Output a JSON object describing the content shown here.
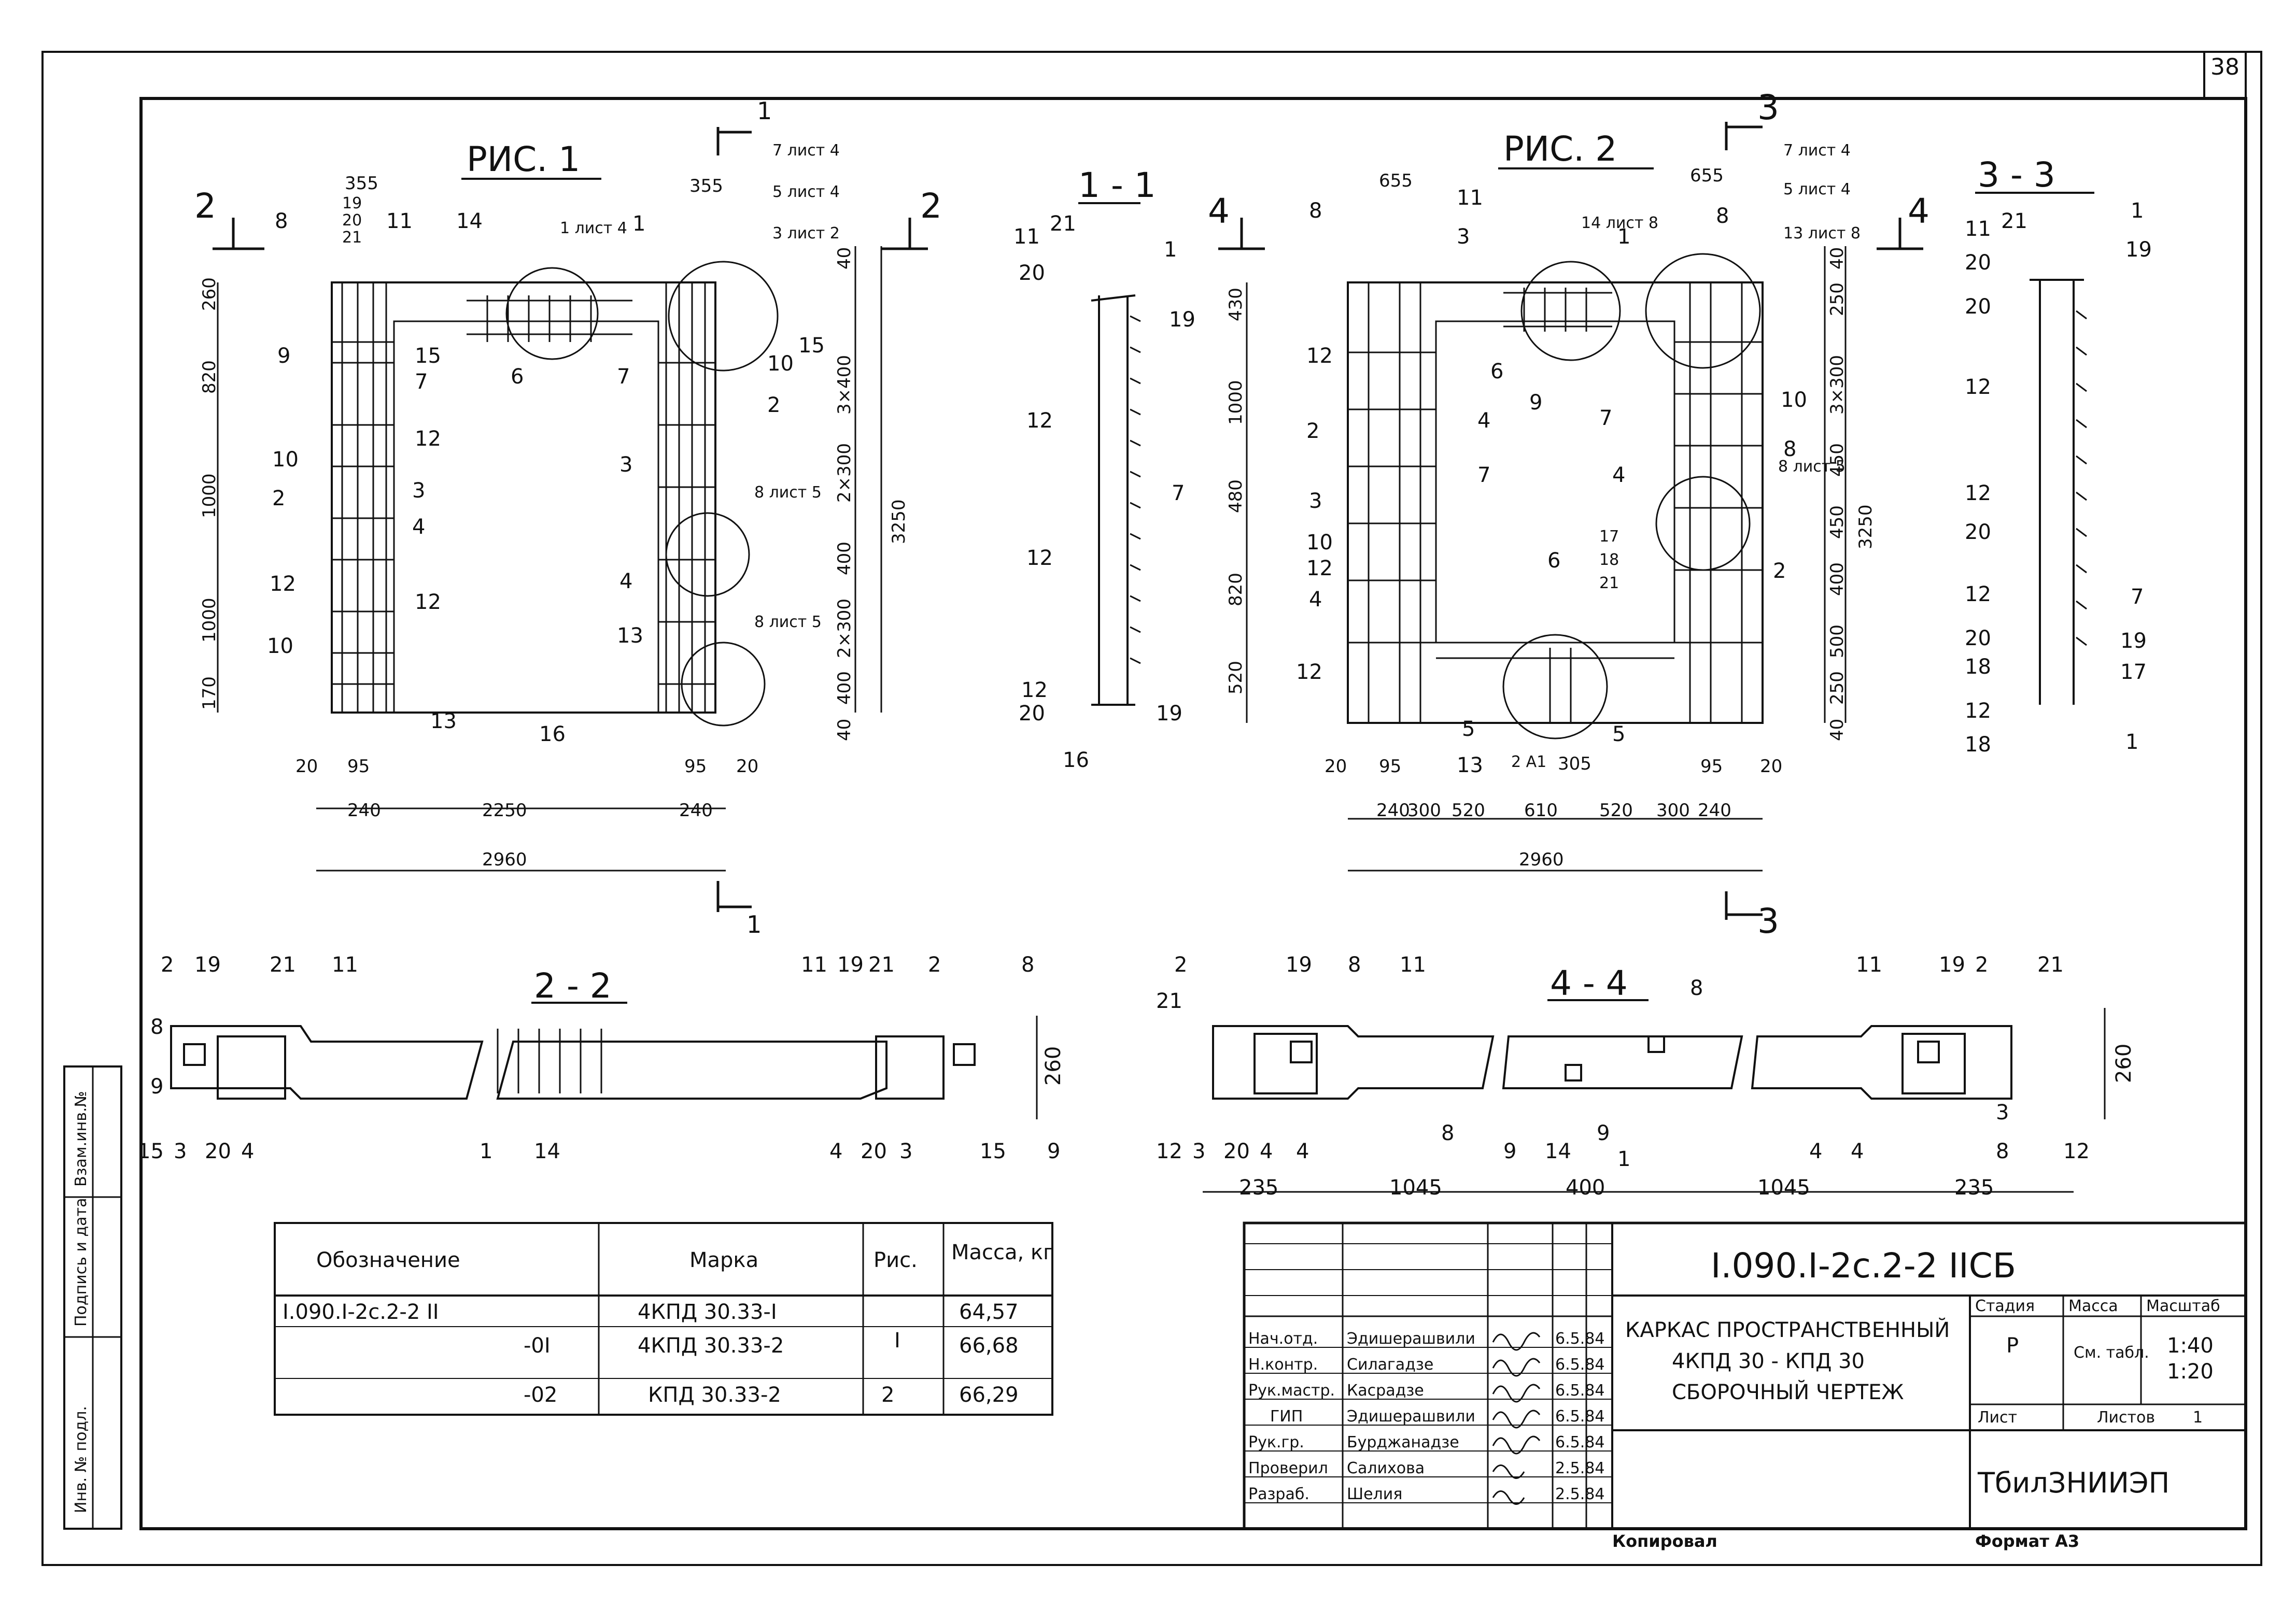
{
  "sheet_number": "38",
  "figures": {
    "fig1_title": "РИС. 1",
    "fig2_title": "РИС. 2",
    "sec_1_1": "1 - 1",
    "sec_3_3": "3 - 3",
    "sec_2_2": "2 - 2",
    "sec_4_4": "4 - 4",
    "cut_markers": [
      "1",
      "2",
      "3",
      "4"
    ]
  },
  "fig1": {
    "top_dims": [
      "355",
      "355"
    ],
    "left_dims": [
      "260",
      "820",
      "1000",
      "1000",
      "170"
    ],
    "right_dims": [
      "40",
      "3×400",
      "2×300",
      "400",
      "2×300",
      "400",
      "40"
    ],
    "overall_height": "3250",
    "bottom_dims": [
      "20",
      "95",
      "240",
      "2250",
      "240",
      "95",
      "20",
      "2960"
    ],
    "callouts": [
      "1 лист 4",
      "7 лист 4",
      "5 лист 4",
      "3 лист 2",
      "8 лист 5",
      "8 лист 5"
    ],
    "pos_labels": [
      "8",
      "9",
      "10",
      "2",
      "12",
      "10",
      "11",
      "14",
      "15",
      "7",
      "12",
      "3",
      "4",
      "12",
      "13",
      "16",
      "6",
      "1",
      "15",
      "7",
      "10",
      "2",
      "3",
      "4",
      "13",
      "19",
      "20",
      "21"
    ]
  },
  "fig2": {
    "top_dims": [
      "655",
      "655"
    ],
    "left_dims": [
      "430",
      "1000",
      "480",
      "820",
      "520"
    ],
    "right_dims": [
      "40",
      "250",
      "3×300",
      "450",
      "450",
      "400",
      "500",
      "250",
      "40"
    ],
    "overall_height": "3250",
    "bottom_dims": [
      "20",
      "95",
      "240",
      "300",
      "520",
      "610",
      "520",
      "300",
      "240",
      "95",
      "20",
      "305",
      "2960"
    ],
    "callouts": [
      "14 лист 8",
      "7 лист 4",
      "5 лист 4",
      "13 лист 8",
      "8 лист 5",
      "2 А1"
    ],
    "pos_labels": [
      "8",
      "12",
      "2",
      "3",
      "10",
      "12",
      "4",
      "12",
      "11",
      "3",
      "6",
      "4",
      "7",
      "9",
      "8",
      "1",
      "7",
      "4",
      "17",
      "18",
      "21",
      "6",
      "10",
      "8",
      "2",
      "5",
      "5",
      "13"
    ]
  },
  "sections": {
    "s11_labels": [
      "11",
      "21",
      "20",
      "1",
      "19",
      "12",
      "7",
      "12",
      "12",
      "20",
      "19",
      "16"
    ],
    "s33_labels": [
      "11",
      "21",
      "20",
      "20",
      "12",
      "12",
      "20",
      "12",
      "20",
      "18",
      "12",
      "18",
      "1",
      "19",
      "7",
      "19",
      "17",
      "1"
    ],
    "s22_labels": [
      "2",
      "19",
      "21",
      "11",
      "8",
      "9",
      "15",
      "3",
      "20",
      "4",
      "1",
      "14",
      "11",
      "19",
      "21",
      "2",
      "8",
      "4",
      "20",
      "3",
      "15",
      "9"
    ],
    "s22_dim": "260",
    "s44_labels": [
      "2",
      "19",
      "8",
      "11",
      "21",
      "12",
      "3",
      "20",
      "4",
      "4",
      "8",
      "9",
      "14",
      "9",
      "1",
      "8",
      "11",
      "19",
      "2",
      "21",
      "4",
      "4",
      "3",
      "8",
      "12"
    ],
    "s44_dim": "260",
    "s44_bottom_dims": [
      "235",
      "1045",
      "400",
      "1045",
      "235"
    ]
  },
  "side_stamp": [
    "Инв. № подл.",
    "Подпись и дата",
    "Взам.инв.№"
  ],
  "spec_table": {
    "headers": [
      "Обозначение",
      "Марка",
      "Рис.",
      "Масса, кг"
    ],
    "rows": [
      {
        "designation": "I.090.I-2с.2-2 II",
        "mark": "4КПД 30.33-I",
        "fig": "I",
        "mass": "64,57"
      },
      {
        "designation": "-0I",
        "mark": "4КПД 30.33-2",
        "fig": "",
        "mass": "66,68"
      },
      {
        "designation": "-02",
        "mark": "КПД 30.33-2",
        "fig": "2",
        "mass": "66,29"
      }
    ]
  },
  "title_block": {
    "doc_code": "I.090.I-2с.2-2  IIСБ",
    "title_lines": [
      "КАРКАС ПРОСТРАНСТВЕННЫЙ",
      "4КПД 30 - КПД 30",
      "СБОРОЧНЫЙ ЧЕРТЕЖ"
    ],
    "stage_label": "Стадия",
    "mass_label": "Масса",
    "scale_label": "Масштаб",
    "stage": "Р",
    "mass": "См. табл.",
    "scale": [
      "1:40",
      "1:20"
    ],
    "sheet_label": "Лист",
    "sheets_label": "Листов",
    "sheets_count": "1",
    "org": "ТбилЗНИИЭП",
    "signatures": [
      {
        "role": "Нач.отд.",
        "name": "Эдишерашвили",
        "date": "6.5.84"
      },
      {
        "role": "Н.контр.",
        "name": "Силагадзе",
        "date": "6.5.84"
      },
      {
        "role": "Рук.мастр.",
        "name": "Касрадзе",
        "date": "6.5.84"
      },
      {
        "role": "ГИП",
        "name": "Эдишерашвили",
        "date": "6.5.84"
      },
      {
        "role": "Рук.гр.",
        "name": "Бурджанадзе",
        "date": "6.5.84"
      },
      {
        "role": "Проверил",
        "name": "Салихова",
        "date": "2.5.84"
      },
      {
        "role": "Разраб.",
        "name": "Шелия",
        "date": "2.5.84"
      }
    ]
  },
  "footer": {
    "copied": "Копировал",
    "format": "Формат А3"
  }
}
